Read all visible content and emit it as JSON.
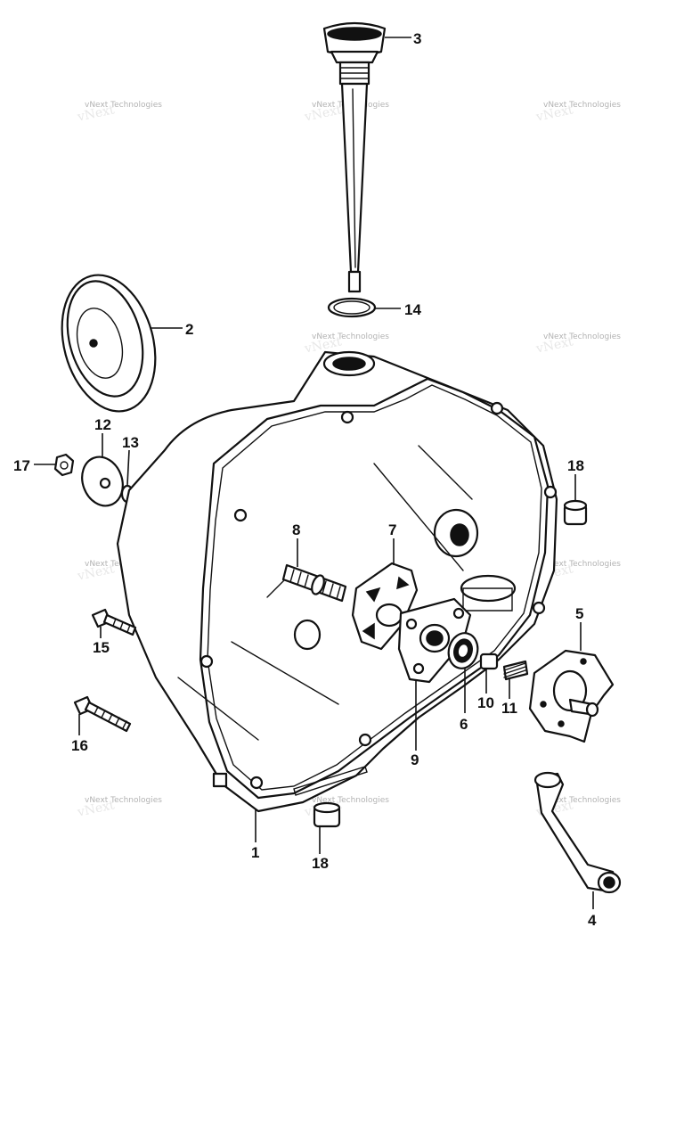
{
  "watermark": {
    "text": "vNext Technologies"
  },
  "callouts": [
    {
      "id": "1",
      "label": "1"
    },
    {
      "id": "2",
      "label": "2"
    },
    {
      "id": "3",
      "label": "3"
    },
    {
      "id": "4",
      "label": "4"
    },
    {
      "id": "5",
      "label": "5"
    },
    {
      "id": "6",
      "label": "6"
    },
    {
      "id": "7",
      "label": "7"
    },
    {
      "id": "8",
      "label": "8"
    },
    {
      "id": "9",
      "label": "9"
    },
    {
      "id": "10",
      "label": "10"
    },
    {
      "id": "11",
      "label": "11"
    },
    {
      "id": "12",
      "label": "12"
    },
    {
      "id": "13",
      "label": "13"
    },
    {
      "id": "14",
      "label": "14"
    },
    {
      "id": "15",
      "label": "15"
    },
    {
      "id": "16",
      "label": "16"
    },
    {
      "id": "17",
      "label": "17"
    },
    {
      "id": "18a",
      "label": "18"
    },
    {
      "id": "18b",
      "label": "18"
    }
  ]
}
